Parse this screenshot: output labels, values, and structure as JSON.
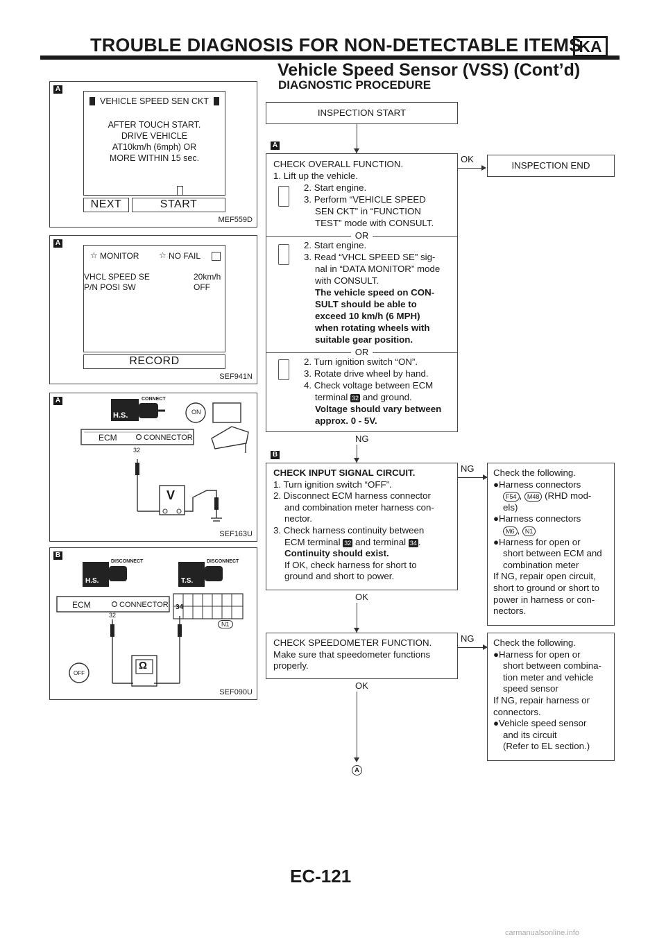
{
  "header": {
    "title": "TROUBLE DIAGNOSIS FOR NON-DETECTABLE ITEMS",
    "tag": "KA",
    "subtitle": "Vehicle Speed Sensor (VSS) (Cont’d)"
  },
  "section_title": "DIAGNOSTIC PROCEDURE",
  "figures": {
    "fig1": {
      "tag": "A",
      "screen_header": "VEHICLE SPEED SEN CKT",
      "lines": [
        "AFTER TOUCH START.",
        "DRIVE VEHICLE",
        "AT10km/h (6mph) OR",
        "MORE WITHIN 15 sec."
      ],
      "btn_next": "NEXT",
      "btn_start": "START",
      "caption": "MEF559D"
    },
    "fig2": {
      "tag": "A",
      "monitor": "MONITOR",
      "nofail": "NO FAIL",
      "row1_label": "VHCL SPEED SE",
      "row1_value": "20km/h",
      "row2_label": "P/N POSI SW",
      "row2_value": "OFF",
      "btn_record": "RECORD",
      "caption": "SEF941N"
    },
    "fig3": {
      "tag": "A",
      "hs": "H.S.",
      "connect": "CONNECT",
      "on": "ON",
      "ecm": "ECM",
      "connector": "CONNECTOR",
      "pin": "32",
      "meter": "V",
      "caption": "SEF163U"
    },
    "fig4": {
      "tag": "B",
      "hs": "H.S.",
      "ts": "T.S.",
      "disconnect1": "DISCONNECT",
      "disconnect2": "DISCONNECT",
      "ecm": "ECM",
      "connector": "CONNECTOR",
      "pin32": "32",
      "pin34": "34",
      "n1": "N1",
      "off": "OFF",
      "meter": "Ω",
      "caption": "SEF090U"
    }
  },
  "flow": {
    "start": "INSPECTION START",
    "tag_a": "A",
    "tag_b": "B",
    "box1": {
      "title": "CHECK OVERALL FUNCTION.",
      "s1": "1. Lift up the vehicle.",
      "a2": "2. Start engine.",
      "a3a": "3. Perform “VEHICLE SPEED",
      "a3b": "SEN CKT” in “FUNCTION",
      "a3c": "TEST” mode with CONSULT.",
      "or1": "OR",
      "b2": "2. Start engine.",
      "b3a": "3. Read “VHCL SPEED SE” sig-",
      "b3b": "nal in “DATA MONITOR” mode",
      "b3c": "with CONSULT.",
      "b4": "The vehicle speed on CON-",
      "b5": "SULT should be able to",
      "b6": "exceed 10 km/h (6 MPH)",
      "b7": "when rotating wheels with",
      "b8": "suitable gear position.",
      "or2": "OR",
      "c2": "2. Turn ignition switch “ON”.",
      "c3": "3. Rotate drive wheel by hand.",
      "c4": "4. Check voltage between ECM",
      "c5a": "terminal",
      "c5pin": "32",
      "c5b": "and ground.",
      "c6": "Voltage should vary between",
      "c7": "approx. 0 - 5V."
    },
    "ok1": "OK",
    "end": "INSPECTION END",
    "ng1": "NG",
    "box2": {
      "title": "CHECK INPUT SIGNAL CIRCUIT.",
      "l1": "1. Turn ignition switch “OFF”.",
      "l2": "2. Disconnect ECM harness connector",
      "l3": "and combination meter harness con-",
      "l4": "nector.",
      "l5": "3. Check harness continuity between",
      "l6a": "ECM terminal",
      "l6pin1": "32",
      "l6b": "and terminal",
      "l6pin2": "34",
      "l6c": ".",
      "l7": "Continuity should exist.",
      "l8": "If OK, check harness for short to",
      "l9": "ground and short to power."
    },
    "ng2": "NG",
    "side2": {
      "l1": "Check the following.",
      "l2": "Harness connectors",
      "c1": "F54",
      "c2": "M48",
      "l3": "(RHD mod-",
      "l4": "els)",
      "l5": "Harness connectors",
      "c3": "M6",
      "c4": "N1",
      "l6": "Harness for open or",
      "l7": "short between ECM and",
      "l8": "combination meter",
      "l9": "If NG, repair open circuit,",
      "l10": "short to ground or short to",
      "l11": "power in harness or con-",
      "l12": "nectors."
    },
    "ok2": "OK",
    "box3": {
      "l1": "CHECK SPEEDOMETER FUNCTION.",
      "l2": "Make sure that speedometer functions",
      "l3": "properly."
    },
    "ng3": "NG",
    "side3": {
      "l1": "Check the following.",
      "l2": "Harness for open or",
      "l3": "short between combina-",
      "l4": "tion meter and vehicle",
      "l5": "speed sensor",
      "l6": "If NG, repair harness or",
      "l7": "connectors.",
      "l8": "Vehicle speed sensor",
      "l9": "and its circuit",
      "l10": "(Refer to EL section.)"
    },
    "ok3": "OK",
    "end_ref": "A"
  },
  "footer": "EC-121",
  "watermark": "carmanualsonline.info"
}
